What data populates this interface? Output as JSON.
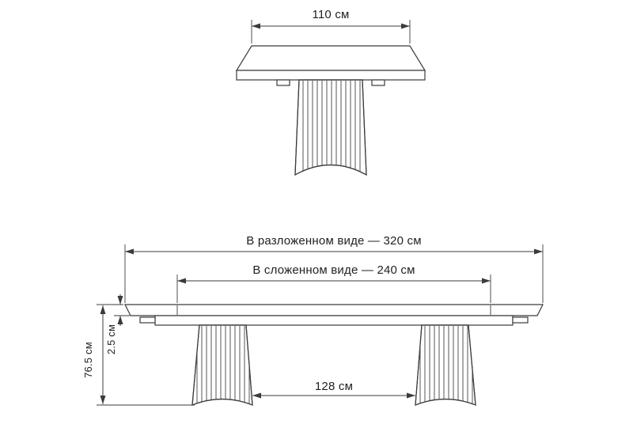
{
  "drawing": {
    "background": "#ffffff",
    "line_color": "#3b3b3b",
    "text_color": "#222222",
    "front_view": {
      "top_width_label": "110 см"
    },
    "side_view": {
      "extended_width_label": "В разложенном виде — 320 см",
      "folded_width_label": "В сложенном виде — 240 см",
      "height_label": "76.5 см",
      "top_thickness_label": "2.5 см",
      "legs_distance_label": "128 см"
    }
  }
}
